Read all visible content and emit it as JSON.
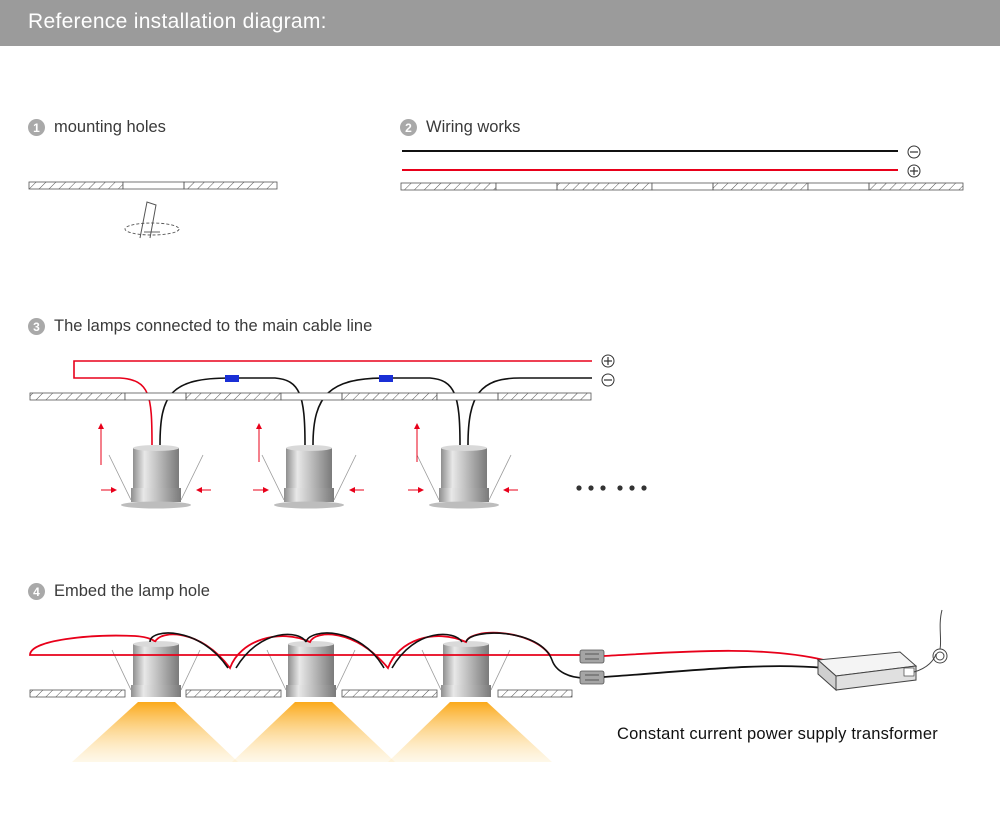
{
  "header": {
    "title": "Reference installation diagram:"
  },
  "steps": [
    {
      "number": "1",
      "label": "mounting holes"
    },
    {
      "number": "2",
      "label": "Wiring works"
    },
    {
      "number": "3",
      "label": "The lamps connected to the main cable line"
    },
    {
      "number": "4",
      "label": "Embed the lamp hole"
    }
  ],
  "polarity": {
    "negative": "⊖",
    "positive": "⊕"
  },
  "continuation": "••• •••",
  "caption": "Constant current power supply transformer",
  "colors": {
    "header": "#9b9b9b",
    "positive_wire": "#e8001a",
    "negative_wire": "#111111",
    "connector": "#1a2fd6",
    "light": "#fbb92c"
  }
}
